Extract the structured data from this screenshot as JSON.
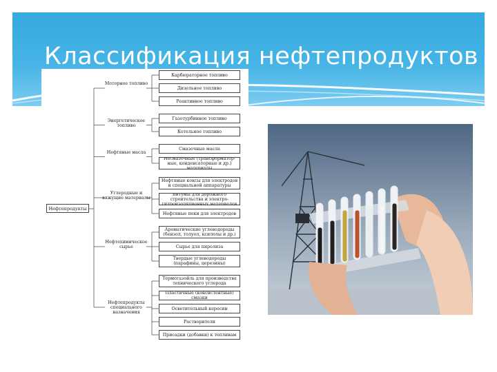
{
  "slide": {
    "title": "Классификация нефтепродуктов"
  },
  "diagram": {
    "root": "Нефтепродукты",
    "categories": [
      {
        "label": "Моторное топливо",
        "items": [
          "Карбюраторное топливо",
          "Дизельное топливо",
          "Реактивное топливо"
        ]
      },
      {
        "label": "Энергетическое топливо",
        "items": [
          "Газотурбинное топливо",
          "Котельное топливо"
        ]
      },
      {
        "label": "Нефтяные масла",
        "items": [
          "Смазочные масла",
          "Несмазочные (трансформатор-ные, конденсаторные и др.) материалы"
        ]
      },
      {
        "label": "Углеродные и вяжущие материалы",
        "items": [
          "Нефтяные коксы для электродов и специальной аппаратуры",
          "Битумы для дорожного строительства и электро-гидроизоляционных материалов",
          "Нефтяные пеки для электродов"
        ]
      },
      {
        "label": "Нефтехимическое сырье",
        "items": [
          "Ароматические углеводороды (бензол, толуол, ксилолы и др.)",
          "Сырье для пиролиза",
          "Твердые углеводороды (парафины, церезины)"
        ]
      },
      {
        "label": "Нефтепродукты специального назначения",
        "items": [
          "Термогазойль для производства технического углерода",
          "Пластичные (консистентные) смазки",
          "Осветительный керосин",
          "Растворители",
          "Присадки (добавки) к топливам"
        ]
      }
    ]
  },
  "photo": {
    "subject": "test-tubes-with-petroleum-products"
  }
}
